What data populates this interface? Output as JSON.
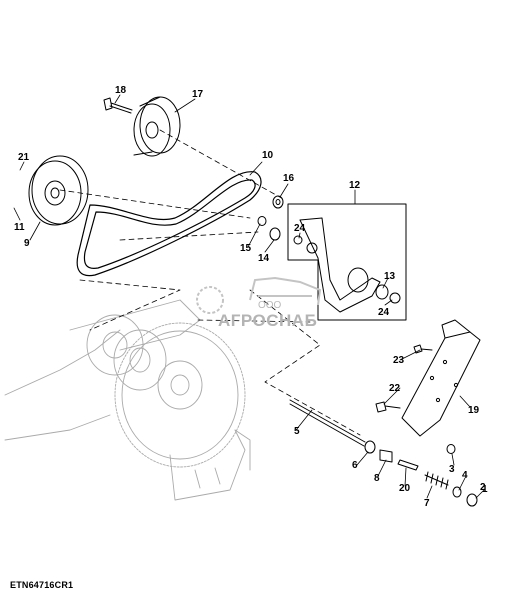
{
  "diagram": {
    "callouts": [
      "1",
      "2",
      "3",
      "4",
      "5",
      "6",
      "7",
      "8",
      "9",
      "10",
      "11",
      "12",
      "13",
      "14",
      "15",
      "16",
      "17",
      "18",
      "19",
      "20",
      "21",
      "22",
      "23",
      "24",
      "24"
    ],
    "figure_id": "ETN64716CR1"
  },
  "watermark": {
    "company_prefix": "ООО",
    "company_name": "АГРОСНАБ"
  }
}
